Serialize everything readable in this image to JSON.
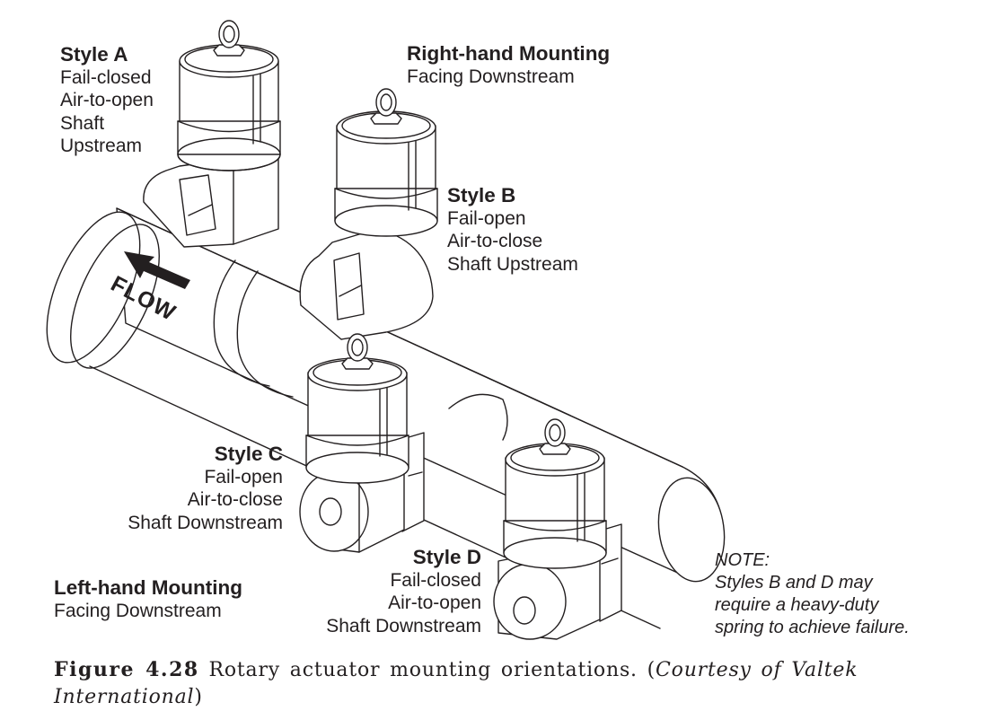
{
  "figure": {
    "number": "Figure 4.28",
    "caption_text": " Rotary actuator mounting orientations. (",
    "credit_prefix": "Courtesy of Valtek International",
    "credit_suffix": ")"
  },
  "pipe": {
    "flow_label": "FLOW",
    "flow_direction": "upstream-left"
  },
  "mounting_groups": [
    {
      "title": "Right-hand Mounting",
      "subtitle": "Facing Downstream"
    },
    {
      "title": "Left-hand Mounting",
      "subtitle": "Facing Downstream"
    }
  ],
  "styles": [
    {
      "title": "Style A",
      "lines": [
        "Fail-closed",
        "Air-to-open",
        "Shaft",
        "Upstream"
      ]
    },
    {
      "title": "Style B",
      "lines": [
        "Fail-open",
        "Air-to-close",
        "Shaft Upstream"
      ]
    },
    {
      "title": "Style C",
      "lines": [
        "Fail-open",
        "Air-to-close",
        "Shaft Downstream"
      ]
    },
    {
      "title": "Style D",
      "lines": [
        "Fail-closed",
        "Air-to-open",
        "Shaft Downstream"
      ]
    }
  ],
  "note": {
    "heading": "NOTE:",
    "lines": [
      "Styles B and D may",
      "require a heavy-duty",
      "spring to achieve failure."
    ]
  }
}
